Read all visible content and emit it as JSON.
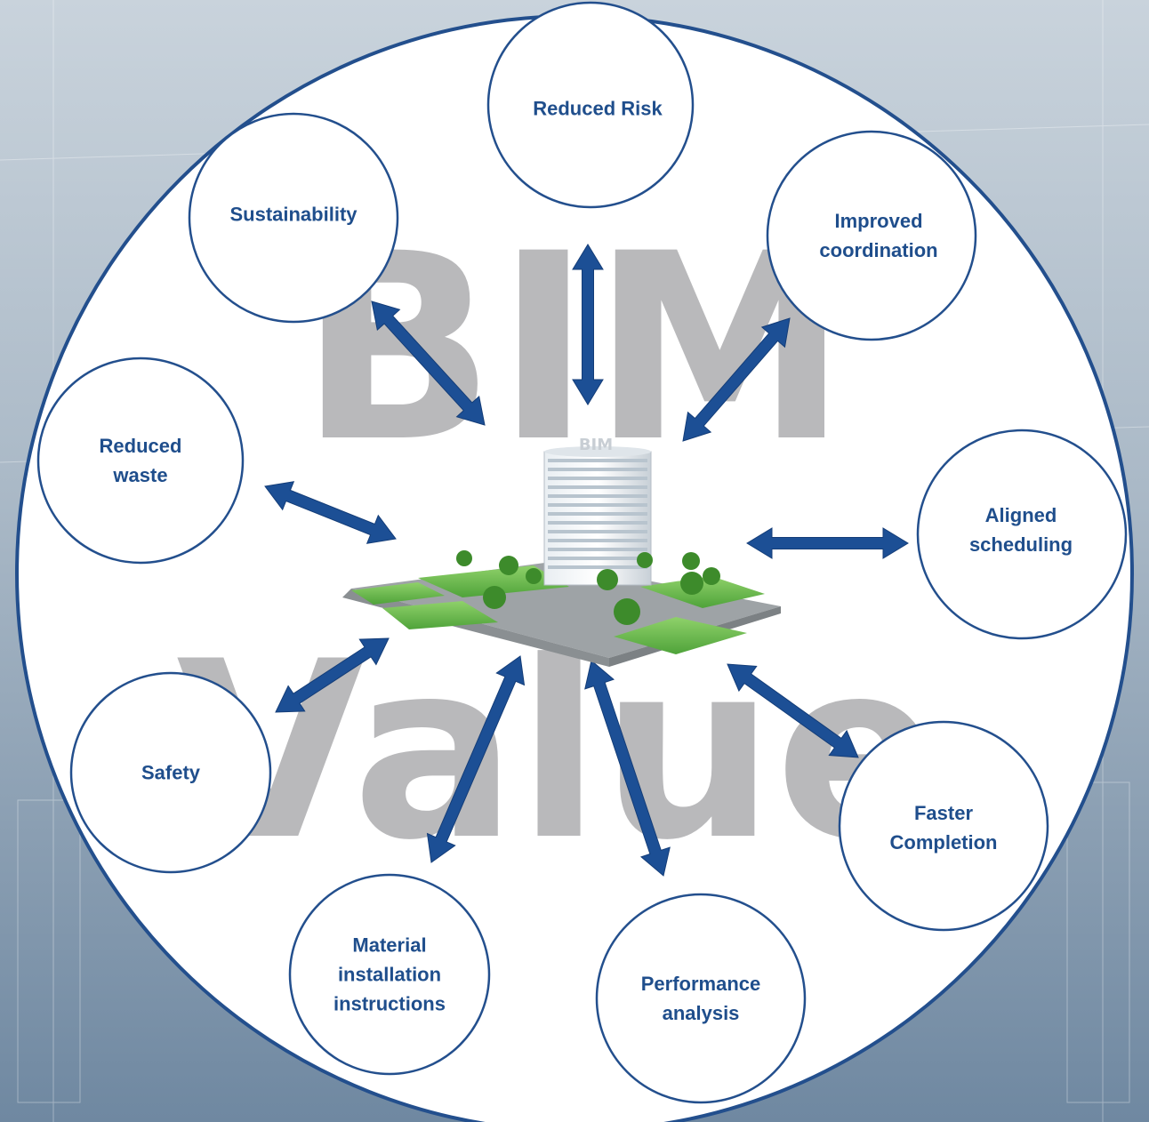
{
  "diagram": {
    "watermark_top": "BIM",
    "watermark_bottom": "Value",
    "center_label": "BIM",
    "accent_color": "#1f4e8c",
    "arrow_color": "#1c4f95",
    "watermark_color": "#b9b9bb",
    "nodes": [
      {
        "id": "reduced-risk",
        "label": "Reduced Risk"
      },
      {
        "id": "improved-coordination",
        "label": "Improved\ncoordination"
      },
      {
        "id": "aligned-scheduling",
        "label": "Aligned\nscheduling"
      },
      {
        "id": "faster-completion",
        "label": "Faster\nCompletion"
      },
      {
        "id": "performance-analysis",
        "label": "Performance\nanalysis"
      },
      {
        "id": "material-installation-instructions",
        "label": "Material\ninstallation\ninstructions"
      },
      {
        "id": "safety",
        "label": "Safety"
      },
      {
        "id": "reduced-waste",
        "label": "Reduced\nwaste"
      },
      {
        "id": "sustainability",
        "label": "Sustainability"
      }
    ]
  }
}
